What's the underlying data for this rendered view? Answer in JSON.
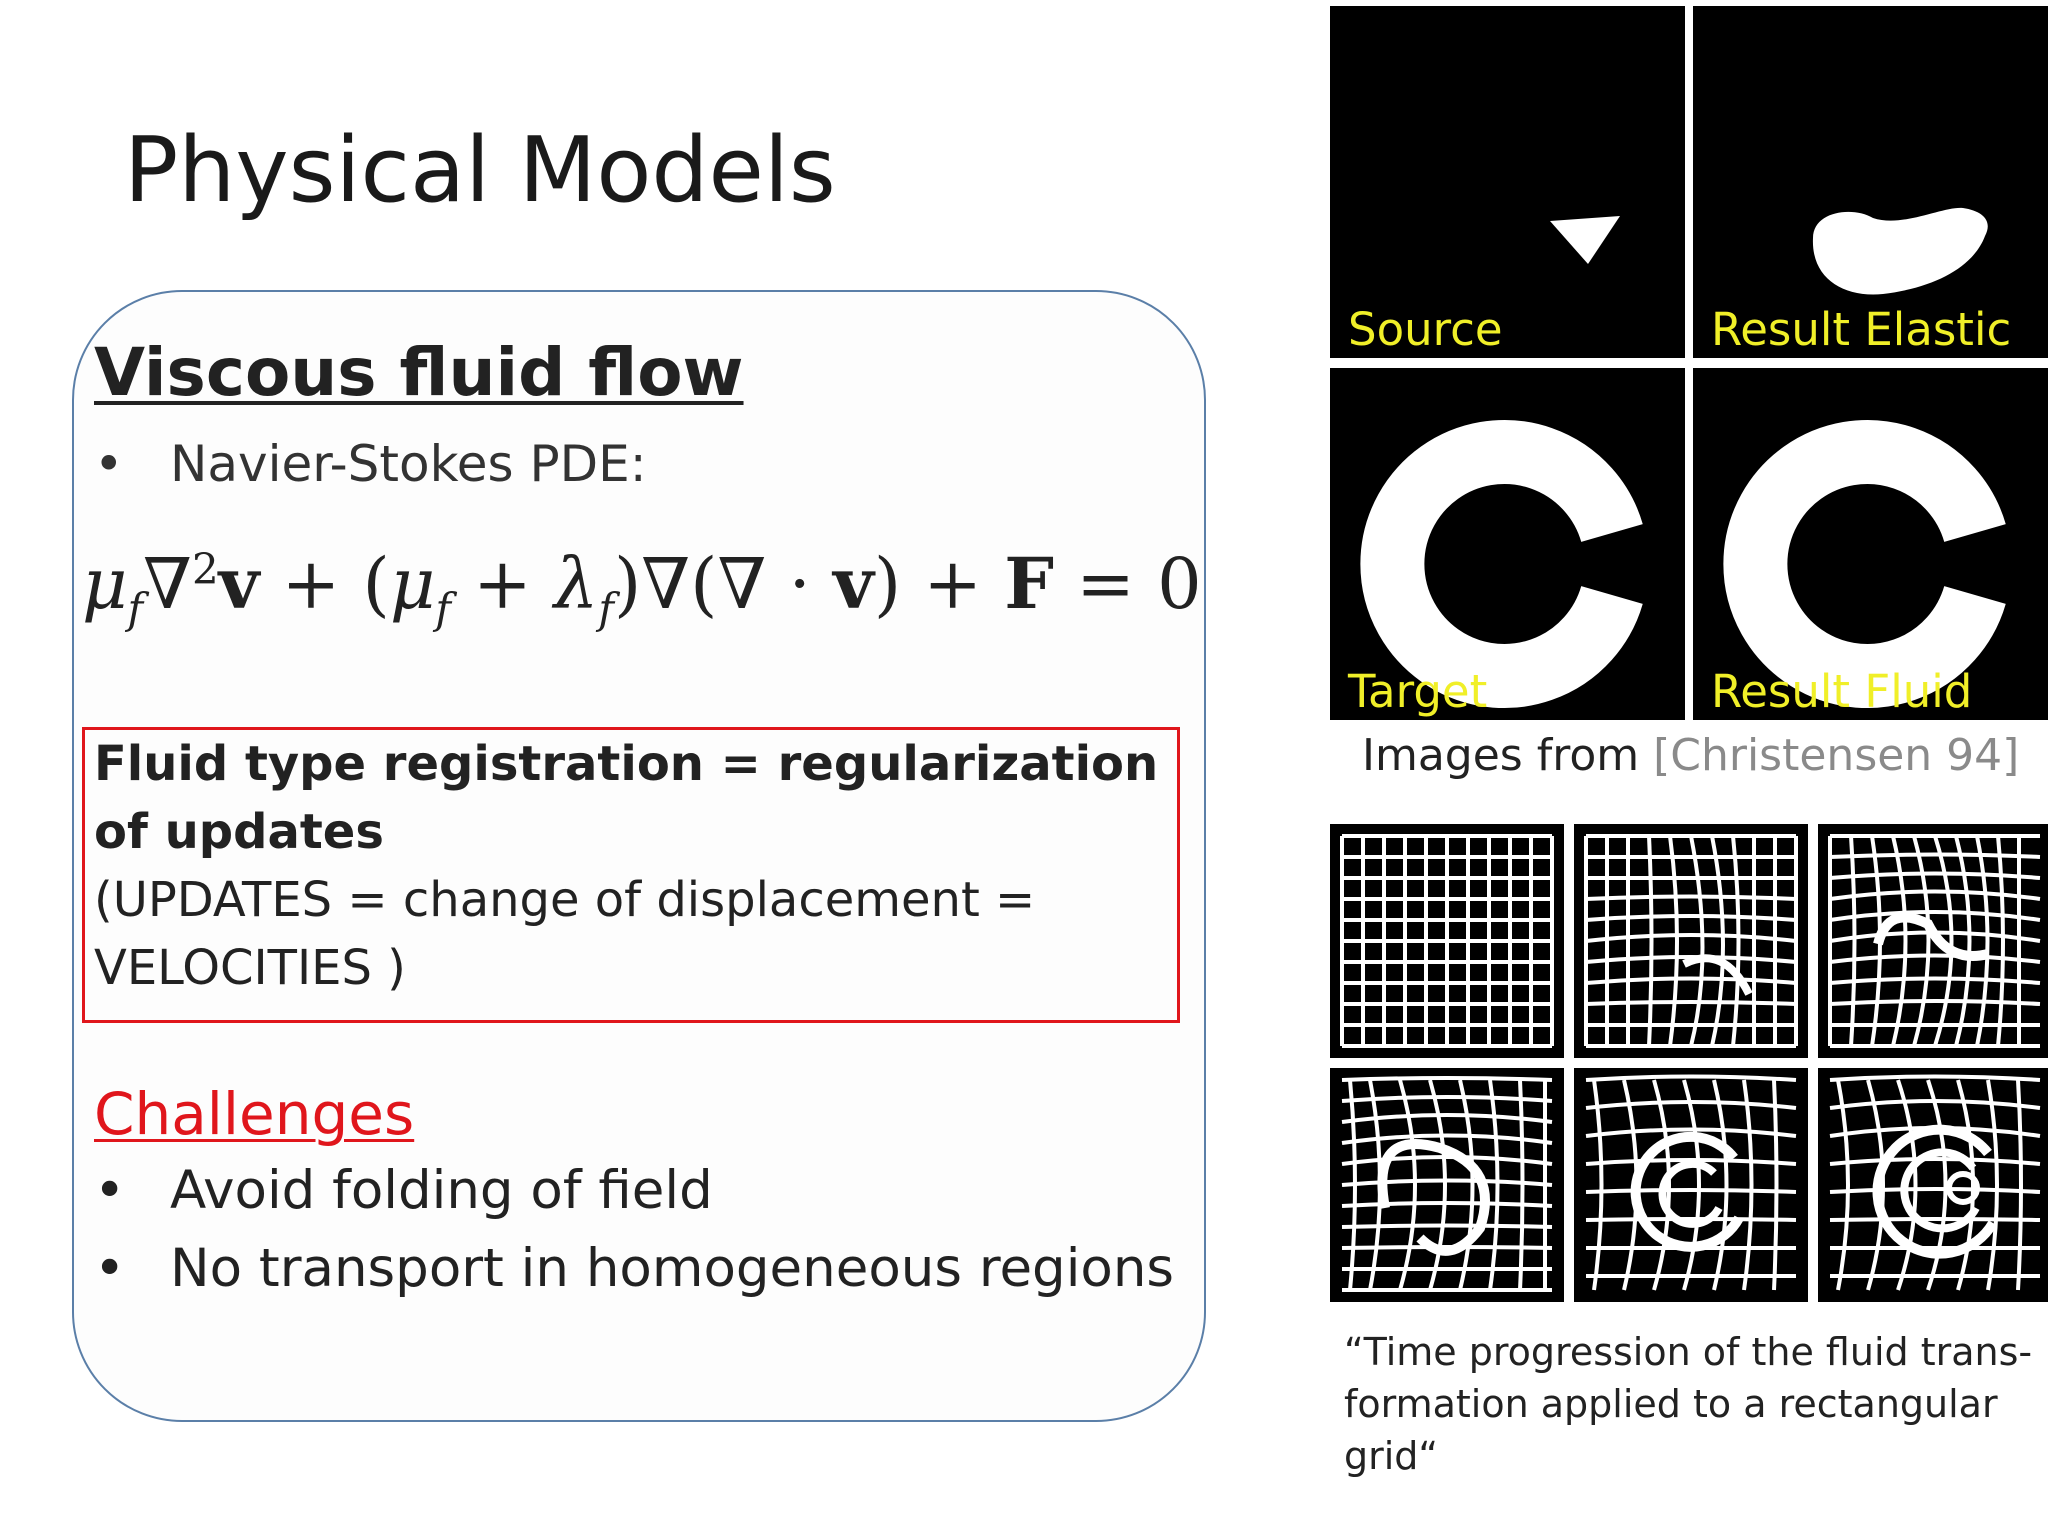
{
  "slide": {
    "title": "Physical Models"
  },
  "card": {
    "heading": "Viscous fluid flow",
    "bullet_symbol": "•",
    "pde_bullet": "Navier-Stokes PDE:",
    "equation": {
      "mu": "μ",
      "f": "f",
      "nabla": "∇",
      "two": "2",
      "v": "v",
      "plus": " + ",
      "open": "(",
      "close": ")",
      "lambda": "λ",
      "dot": " · ",
      "F": "F",
      "equals_zero": " = 0"
    },
    "regularization": {
      "line1": "Fluid type registration = regularization of updates",
      "line2": "(UPDATES = change of displacement = VELOCITIES )"
    },
    "challenges_heading": "Challenges",
    "challenges": [
      "Avoid folding of field",
      "No transport in homogeneous regions"
    ]
  },
  "images": {
    "panels": [
      "Source",
      "Result Elastic",
      "Target",
      "Result Fluid"
    ],
    "caption_prefix": "Images from ",
    "caption_ref": "[Christensen 94]",
    "grid_caption": "“Time progression of the fluid trans-formation applied to a rectangular grid“"
  },
  "colors": {
    "label_yellow": "#f0ef28",
    "accent_red": "#e0161c",
    "card_border": "#5b7fa8"
  }
}
